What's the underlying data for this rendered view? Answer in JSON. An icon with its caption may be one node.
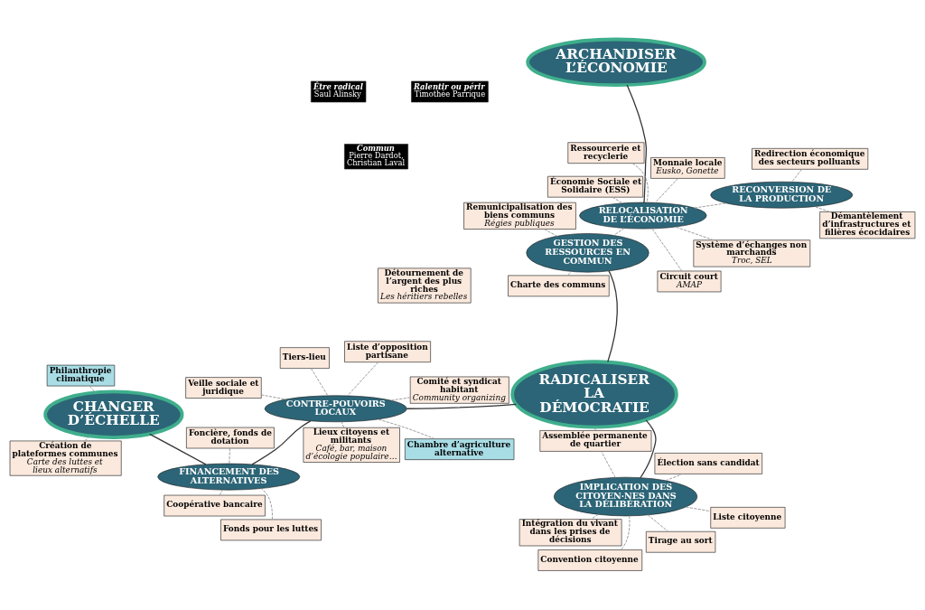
{
  "diagram": {
    "nodes": [
      {
        "text": [
          "ARCHANDISER L’ÉCONOMIE"
        ]
      },
      {
        "text": [
          "IMPLICATION DES CITOYEN·NES DANS LA DÉLIBÉRATION"
        ]
      },
      {
        "text": [
          "RADICALISER LA DÉMOCRATIE"
        ]
      },
      {
        "text": [
          "CHANGER D’ÉCHELLE"
        ]
      },
      {
        "text": [
          "RELOCALISATION DE L’ÉCONOMIE"
        ]
      },
      {
        "text": [
          "CONTRE-POUVOIRS LOCAUX"
        ]
      },
      {
        "text": [
          "RECONVERSION DE LA PRODUCTION"
        ]
      },
      {
        "text": [
          "GESTION DES RESSOURCES EN COMMUN"
        ]
      },
      {
        "text": [
          "FINANCEMENT DES ALTERNATIVES"
        ]
      },
      {
        "text": [
          "Convention citoyenne"
        ]
      },
      {
        "text": [
          "Tirage au sort"
        ]
      },
      {
        "text": [
          "Élection sans candidat"
        ]
      },
      {
        "text": [
          "Intégration du vivant dans les prises de décisions"
        ]
      },
      {
        "text": [
          "Liste citoyenne"
        ]
      },
      {
        "text": [
          "Assemblée permanente de quartier"
        ]
      },
      {
        "text": [
          "Liste d’opposition partisane"
        ]
      },
      {
        "text": [
          "Comité et syndicat habitant",
          "Community organizing"
        ]
      },
      {
        "text": [
          "Détournement de l’argent des plus riches",
          "Les héritiers rebelles"
        ]
      },
      {
        "text": [
          "Création de plateformes communes",
          "Carte des luttes et lieux alternatifs"
        ]
      },
      {
        "text": [
          "Philanthropie climatique"
        ]
      },
      {
        "text": [
          "Lieux citoyens et militants",
          "Café, bar, maison d’écologie populaire…"
        ]
      },
      {
        "text": [
          "Tiers-lieu"
        ]
      },
      {
        "text": [
          "Veille sociale et juridique"
        ]
      },
      {
        "text": [
          "Chambre d’agriculture alternative"
        ]
      },
      {
        "text": [
          "Économie Sociale et Solidaire (ESS)"
        ]
      },
      {
        "text": [
          "Système d’échanges non marchands",
          "Troc, SEL"
        ]
      },
      {
        "text": [
          "Ressourcerie et recyclerie"
        ]
      },
      {
        "text": [
          "Démantèlement d’infrastructures et filières écocidaires"
        ]
      },
      {
        "text": [
          "Circuit court",
          "AMAP"
        ]
      },
      {
        "text": [
          "Monnaie locale",
          "Eusko, Gonette"
        ]
      },
      {
        "text": [
          "Redirection économique des secteurs polluants"
        ]
      },
      {
        "text": [
          "Remunicipalisation des biens communs",
          "Régies publiques"
        ]
      },
      {
        "text": [
          "Charte des communs"
        ]
      },
      {
        "text": [
          "Fonds pour les luttes"
        ]
      },
      {
        "text": [
          "Foncière, fonds de dotation"
        ]
      },
      {
        "text": [
          "Coopérative bancaire"
        ]
      },
      {
        "text": [
          "Ralentir ou périr",
          "Timothée Parrique"
        ]
      },
      {
        "text": [
          "Être radical",
          "Saul Alinsky"
        ]
      },
      {
        "text": [
          "Commun",
          "Pierre Dardot, Christian Laval"
        ]
      }
    ],
    "edges": [
      {
        "from": 0,
        "to": 4,
        "arrow": "none",
        "color": "#333333"
      },
      {
        "from": 1,
        "to": 2,
        "arrow": "none",
        "color": "#333333"
      },
      {
        "from": 2,
        "to": 5,
        "arrow": "none",
        "color": "#333333"
      },
      {
        "from": 2,
        "to": 7,
        "arrow": "none",
        "color": "#333333"
      },
      {
        "from": 3,
        "to": 8,
        "arrow": "none",
        "color": "#333333"
      },
      {
        "from": 5,
        "to": 8,
        "arrow": "none",
        "color": "#333333"
      },
      {
        "from": 4,
        "to": 6,
        "arrow": "none",
        "style": "dashed"
      },
      {
        "from": 4,
        "to": 7,
        "arrow": "none",
        "style": "dashed"
      },
      {
        "from": 1,
        "to": 9,
        "arrow": "none",
        "style": "dashed"
      },
      {
        "from": 1,
        "to": 10,
        "arrow": "none",
        "style": "dashed"
      },
      {
        "from": 1,
        "to": 11,
        "arrow": "none",
        "style": "dashed"
      },
      {
        "from": 1,
        "to": 12,
        "arrow": "none",
        "style": "dashed"
      },
      {
        "from": 1,
        "to": 13,
        "arrow": "none",
        "style": "dashed"
      },
      {
        "from": 1,
        "to": 14,
        "arrow": "none",
        "style": "dashed"
      },
      {
        "from": 14,
        "to": 2,
        "arrow": "none",
        "style": "dashed"
      },
      {
        "from": 15,
        "to": 5,
        "arrow": "none",
        "style": "dashed"
      },
      {
        "from": 16,
        "to": 5,
        "arrow": "none",
        "style": "dashed"
      },
      {
        "from": 18,
        "to": 3,
        "arrow": "none",
        "style": "dashed"
      },
      {
        "from": 19,
        "to": 3,
        "arrow": "none",
        "style": "dashed"
      },
      {
        "from": 20,
        "to": 5,
        "arrow": "none",
        "style": "dashed"
      },
      {
        "from": 21,
        "to": 5,
        "arrow": "none",
        "style": "dashed"
      },
      {
        "from": 22,
        "to": 5,
        "arrow": "none",
        "style": "dashed"
      },
      {
        "from": 23,
        "to": 5,
        "arrow": "none",
        "style": "dashed"
      },
      {
        "from": 24,
        "to": 4,
        "arrow": "none",
        "style": "dashed"
      },
      {
        "from": 25,
        "to": 4,
        "arrow": "none",
        "style": "dashed"
      },
      {
        "from": 26,
        "to": 4,
        "arrow": "none",
        "style": "dashed"
      },
      {
        "from": 27,
        "to": 6,
        "arrow": "none",
        "style": "dashed"
      },
      {
        "from": 28,
        "to": 4,
        "arrow": "none",
        "style": "dashed"
      },
      {
        "from": 29,
        "to": 4,
        "arrow": "none",
        "style": "dashed"
      },
      {
        "from": 30,
        "to": 6,
        "arrow": "none",
        "style": "dashed"
      },
      {
        "from": 31,
        "to": 7,
        "arrow": "none",
        "style": "dashed"
      },
      {
        "from": 32,
        "to": 7,
        "arrow": "none",
        "style": "dashed"
      },
      {
        "from": 33,
        "to": 8,
        "arrow": "none",
        "style": "dashed"
      },
      {
        "from": 34,
        "to": 8,
        "arrow": "none",
        "style": "dashed"
      },
      {
        "from": 35,
        "to": 8,
        "arrow": "none",
        "style": "dashed"
      }
    ]
  }
}
